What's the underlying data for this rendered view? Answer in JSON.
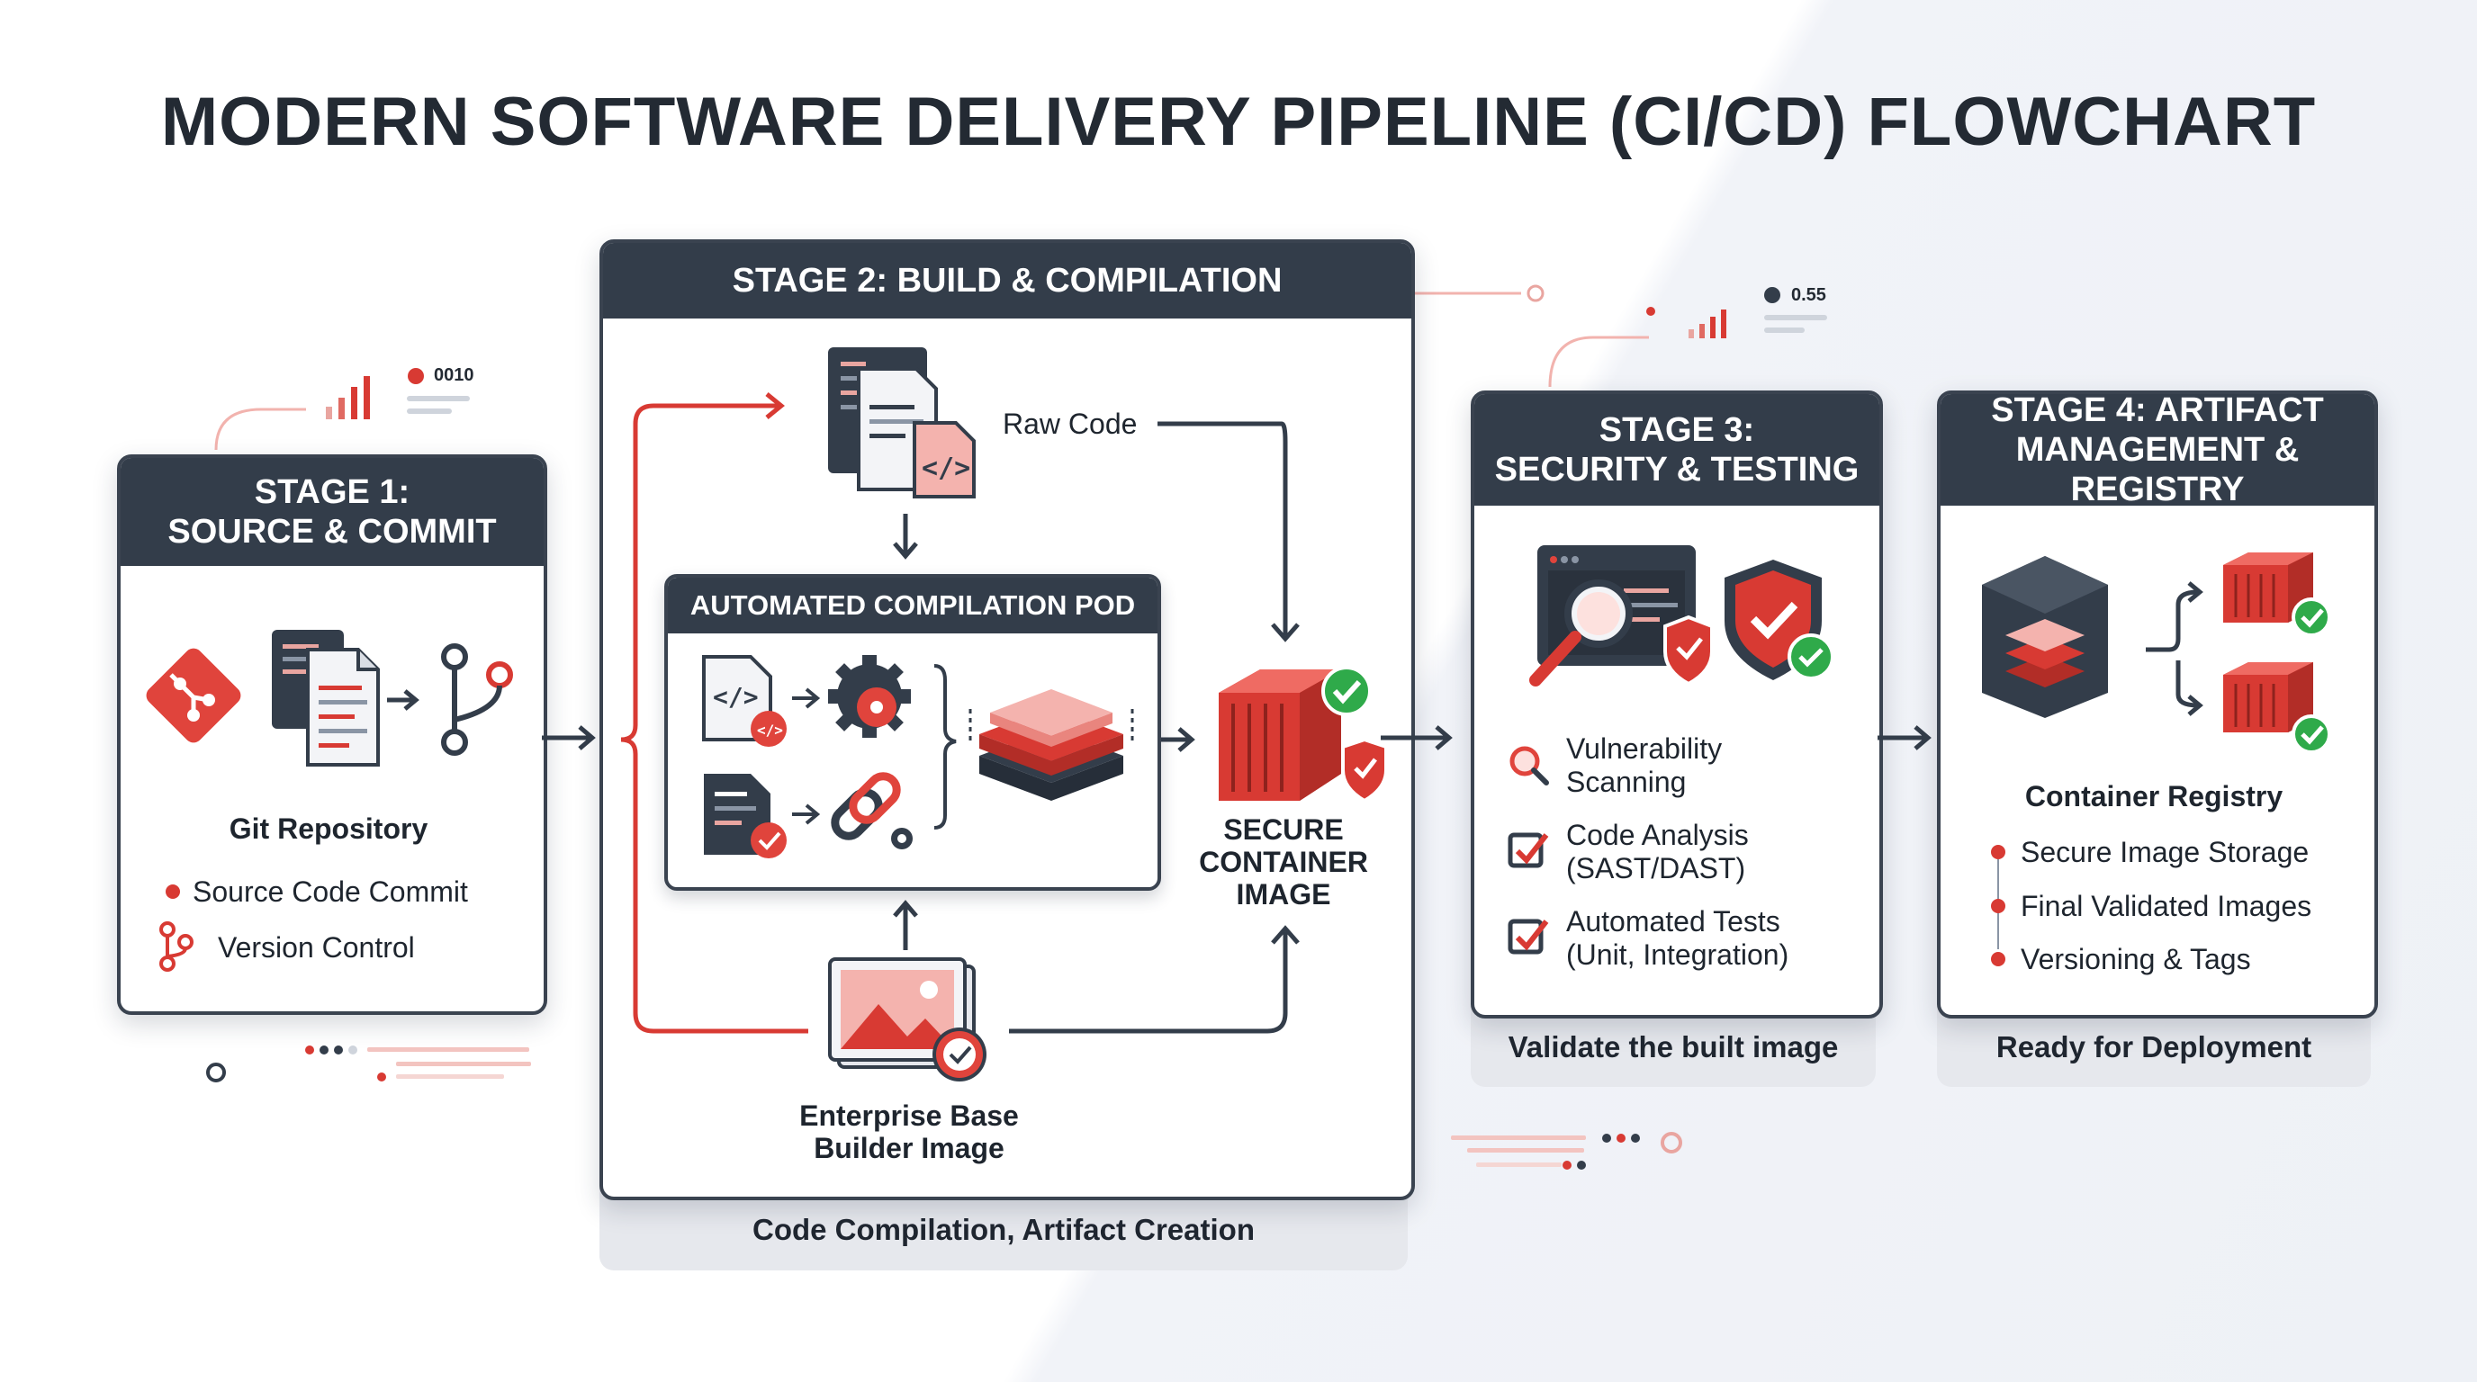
{
  "title": "MODERN SOFTWARE DELIVERY PIPELINE (CI/CD) FLOWCHART",
  "deco": {
    "stage1_counter": "0010",
    "stage3_counter": "0.55"
  },
  "stage1": {
    "heading_line1": "STAGE 1:",
    "heading_line2": "SOURCE & COMMIT",
    "caption": "Git Repository",
    "items": [
      "Source Code Commit",
      "Version Control"
    ]
  },
  "stage2": {
    "heading": "STAGE 2: BUILD & COMPILATION",
    "raw_code": "Raw Code",
    "pod_title": "AUTOMATED COMPILATION POD",
    "secure_line1": "SECURE",
    "secure_line2": "CONTAINER",
    "secure_line3": "IMAGE",
    "base_line1": "Enterprise Base",
    "base_line2": "Builder Image",
    "footer": "Code Compilation, Artifact Creation"
  },
  "stage3": {
    "heading_line1": "STAGE 3:",
    "heading_line2": "SECURITY & TESTING",
    "items": [
      {
        "line1": "Vulnerability",
        "line2": "Scanning"
      },
      {
        "line1": "Code Analysis",
        "line2": "(SAST/DAST)"
      },
      {
        "line1": "Automated Tests",
        "line2": "(Unit, Integration)"
      }
    ],
    "footer": "Validate the built image"
  },
  "stage4": {
    "heading_line1": "STAGE 4: ARTIFACT",
    "heading_line2": "MANAGEMENT & REGISTRY",
    "caption": "Container Registry",
    "items": [
      "Secure Image Storage",
      "Final Validated Images",
      "Versioning & Tags"
    ],
    "footer": "Ready for Deployment"
  },
  "colors": {
    "dark": "#333d4a",
    "accent": "#d83a33",
    "check": "#2faa4a",
    "bg": "#ffffff"
  }
}
